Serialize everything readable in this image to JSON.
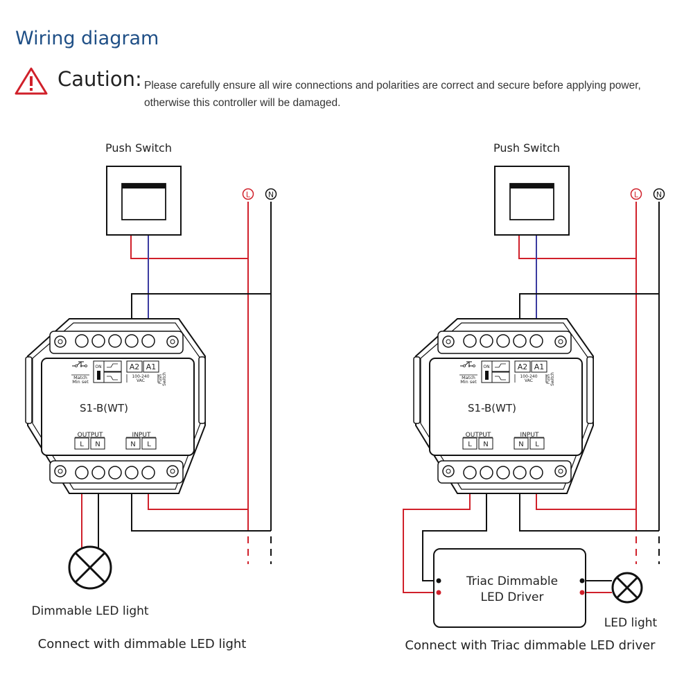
{
  "title": "Wiring diagram",
  "caution": {
    "label": "Caution:",
    "line1": "Please carefully ensure all wire connections and polarities are correct and secure before applying power,",
    "line2": "otherwise this controller will be damaged.",
    "icon": "warning-triangle-icon",
    "icon_color": "#d0202a"
  },
  "colors": {
    "live": "#d0202a",
    "neutral": "#111111",
    "switch": "#3a3aa0"
  },
  "terminals": {
    "live": "L",
    "neutral": "N"
  },
  "device": {
    "model": "S1-B(WT)",
    "match": "Match",
    "min_set": "Min set",
    "dip_on": "ON",
    "a2": "A2",
    "a1": "A1",
    "voltage1": "100-240",
    "voltage2": "VAC",
    "push1": "Push",
    "push2": "Switch",
    "output": "OUTPUT",
    "input": "INPUT",
    "out_l": "L",
    "out_n": "N",
    "in_n": "N",
    "in_l": "L"
  },
  "left": {
    "push_switch": "Push Switch",
    "lamp_label": "Dimmable LED light",
    "caption": "Connect with dimmable LED light"
  },
  "right": {
    "push_switch": "Push Switch",
    "driver1": "Triac Dimmable",
    "driver2": "LED Driver",
    "lamp_label": "LED light",
    "caption": "Connect with Triac dimmable LED driver"
  }
}
